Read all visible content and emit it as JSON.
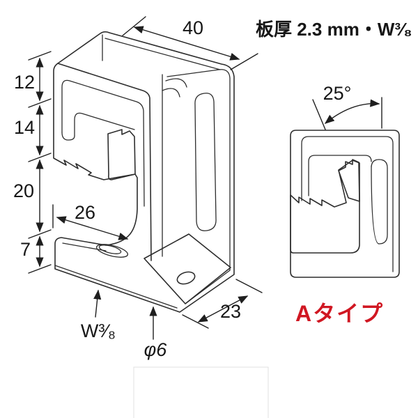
{
  "page": {
    "background": "#ffffff",
    "line_color": "#2d2d2d"
  },
  "spec_note": {
    "text": "板厚 2.3 mm・W³⁄₈"
  },
  "type_label": {
    "text": "Aタイプ",
    "color": "#d01722"
  },
  "iso_view": {
    "dim_depth_top": "40",
    "dim_height_upper": "12",
    "dim_height_mid": "14",
    "dim_height_lower": "20",
    "dim_height_foot": "7",
    "dim_slot": "26",
    "dim_base_depth": "23",
    "thread_label": "W³⁄₈",
    "hole_label": "φ6"
  },
  "side_view": {
    "angle_label": "25°"
  }
}
